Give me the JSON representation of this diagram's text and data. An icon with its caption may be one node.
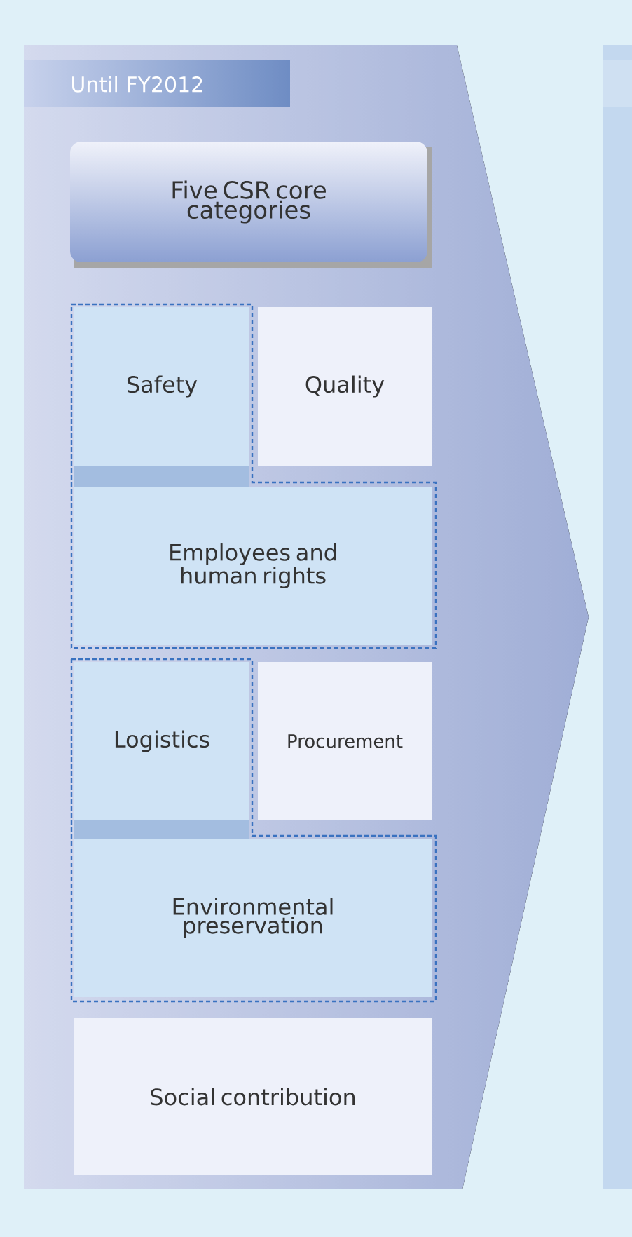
{
  "diagram": {
    "nodes": [
      {
        "text": [
          "Until FY2012"
        ]
      },
      {
        "text": [
          "Five CSR core categories"
        ],
        "in": 0
      },
      {
        "text": [
          "Safety"
        ],
        "in": 0
      },
      {
        "text": [
          "Quality"
        ],
        "in": 0
      },
      {
        "text": [
          "Employees and human rights"
        ],
        "in": 0
      },
      {
        "text": [
          "Logistics"
        ],
        "in": 0
      },
      {
        "text": [
          "Procurement"
        ],
        "in": 0
      },
      {
        "text": [
          "Environmental preservation"
        ],
        "in": 0
      },
      {
        "text": [
          "Social contribution"
        ],
        "in": 0
      },
      {
        "text": [],
        "shape": "box"
      }
    ]
  }
}
